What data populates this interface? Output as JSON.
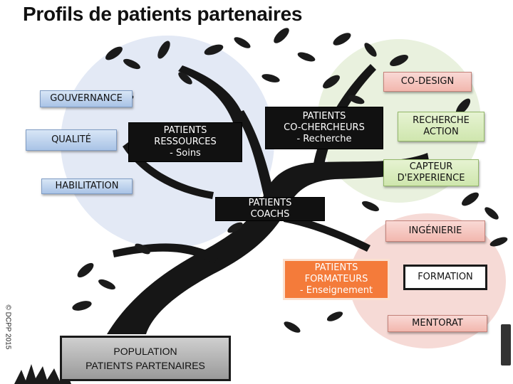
{
  "title": "Profils de patients partenaires",
  "nodes": {
    "co_design": "CO-DESIGN",
    "gouvernance": "GOUVERNANCE",
    "qualite": "QUALITÉ",
    "patients_ressources": "PATIENTS\nRESSOURCES\n- Soins",
    "patients_cochercheurs": "PATIENTS\nCO-CHERCHEURS\n- Recherche",
    "recherche_action": "RECHERCHE\nACTION",
    "capteur_experience": "CAPTEUR\nD'EXPERIENCE",
    "habilitation": "HABILITATION",
    "patients_coachs": "PATIENTS\nCOACHS",
    "ingenierie": "INGÉNIERIE",
    "patients_formateurs": "PATIENTS\nFORMATEURS\n- Enseignement",
    "formation": "FORMATION",
    "mentorat": "MENTORAT",
    "population": "POPULATION\nPATIENTS PARTENAIRES"
  },
  "copyright": "© DCPP 2015",
  "colors": {
    "blue_zone": "#e3e9f5",
    "green_zone": "#e9f1de",
    "red_zone": "#f6dad6",
    "orange_box": "#f47b3a",
    "trunk": "#161616"
  }
}
